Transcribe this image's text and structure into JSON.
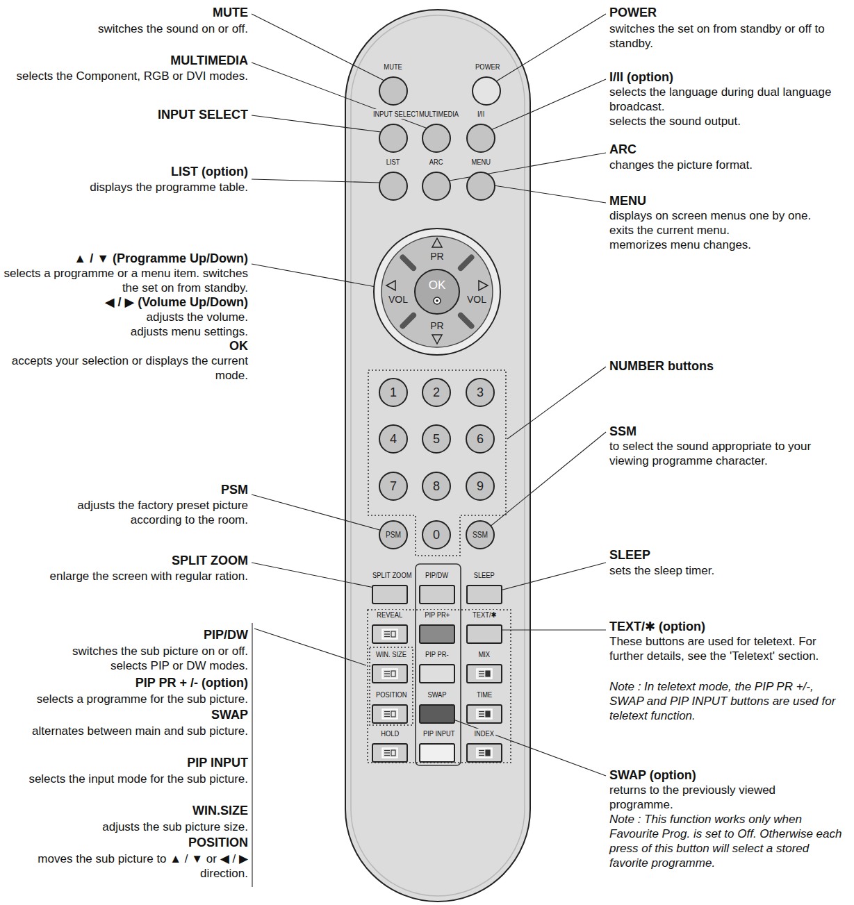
{
  "diagram": {
    "nodes": [
      {
        "text": [
          "MUTE"
        ]
      },
      {
        "text": [
          "POWER"
        ]
      },
      {
        "text": [
          "INPUT SELECT"
        ]
      },
      {
        "text": [
          "MULTIMEDIA"
        ]
      },
      {
        "text": [
          "I/II"
        ]
      },
      {
        "text": [
          "LIST"
        ]
      },
      {
        "text": [
          "ARC"
        ]
      },
      {
        "text": [
          "MENU"
        ]
      },
      {
        "text": [
          "PR",
          "VOL",
          "VOL",
          "PR"
        ]
      },
      {
        "text": [
          "OK"
        ],
        "in": 8
      },
      {
        "text": [
          "1"
        ]
      },
      {
        "text": [
          "2"
        ]
      },
      {
        "text": [
          "3"
        ]
      },
      {
        "text": [
          "4"
        ]
      },
      {
        "text": [
          "5"
        ]
      },
      {
        "text": [
          "6"
        ]
      },
      {
        "text": [
          "7"
        ]
      },
      {
        "text": [
          "8"
        ]
      },
      {
        "text": [
          "9"
        ]
      },
      {
        "text": [
          "PSM"
        ]
      },
      {
        "text": [
          "0"
        ]
      },
      {
        "text": [
          "SSM"
        ]
      },
      {
        "text": [
          "SPLIT ZOOM"
        ]
      },
      {
        "text": [
          "PIP/DW"
        ]
      },
      {
        "text": [
          "SLEEP"
        ]
      },
      {
        "text": [
          "REVEAL"
        ]
      },
      {
        "text": [
          "PIP PR+"
        ]
      },
      {
        "text": [
          "TEXT/✱"
        ]
      },
      {
        "text": [
          "WIN. SIZE"
        ]
      },
      {
        "text": [
          "PIP PR-"
        ]
      },
      {
        "text": [
          "MIX"
        ]
      },
      {
        "text": [
          "POSITION"
        ]
      },
      {
        "text": [
          "SWAP"
        ]
      },
      {
        "text": [
          "TIME"
        ]
      },
      {
        "text": [
          "HOLD"
        ]
      },
      {
        "text": [
          "PIP INPUT"
        ]
      },
      {
        "text": [
          "INDEX"
        ]
      }
    ],
    "labels": [
      "MUTE",
      "switches the sound on or off.",
      "MULTIMEDIA",
      "selects the Component, RGB or DVI modes.",
      "INPUT SELECT",
      "LIST (option)",
      "displays the programme table.",
      "▲ / ▼ (Programme Up/Down)",
      "selects a programme or a menu item. switches the set on from standby.",
      "◀ / ▶ (Volume Up/Down)",
      "adjusts the volume. adjusts menu settings.",
      "OK",
      "accepts your selection or displays the current mode.",
      "PSM",
      "adjusts the factory preset picture according to the room.",
      "SPLIT ZOOM",
      "enlarge the screen with regular ration.",
      "PIP/DW",
      "switches the sub picture on or off. selects PIP or DW modes.",
      "PIP PR + /- (option)",
      "selects a programme for the sub picture.",
      "SWAP",
      "alternates between main and sub picture.",
      "PIP INPUT",
      "selects the input mode for the sub picture.",
      "WIN.SIZE",
      "adjusts the sub picture size.",
      "POSITION",
      "moves the sub picture to ▲ / ▼ or ◀ / ▶ direction.",
      "POWER",
      "switches the set on from standby or off to standby.",
      "I/II (option)",
      "selects the language during dual language broadcast.",
      "selects the sound output.",
      "ARC",
      "changes the picture format.",
      "MENU",
      "displays on screen menus one by one.",
      "exits the current menu.",
      "memorizes menu changes.",
      "NUMBER buttons",
      "SSM",
      "to select the sound appropriate to your viewing programme character.",
      "SLEEP",
      "sets the sleep timer.",
      "TEXT/✱ (option)",
      "These buttons are used for teletext. For further details, see the 'Teletext' section.",
      "Note : In teletext mode, the PIP PR +/-, SWAP and PIP INPUT buttons are used for teletext function.",
      "SWAP (option)",
      "returns to the previously viewed programme.",
      "Note : This function works only when Favourite Prog. is set to Off. Otherwise each press of this button will select a stored favorite programme."
    ]
  }
}
